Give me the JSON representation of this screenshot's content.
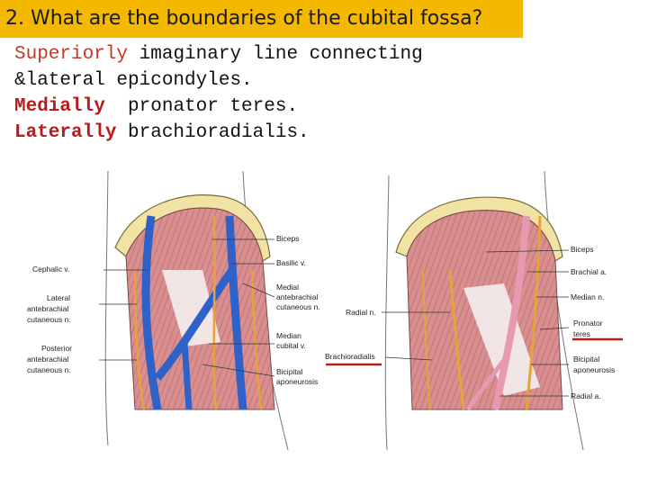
{
  "title": "2. What are the boundaries of the cubital fossa?",
  "boundaries": {
    "superior_term": "Superiorly",
    "superior_text_line1": " imaginary line connecting",
    "superior_text_line2": "&lateral epicondyles.",
    "medial_term": "Medially",
    "medial_text": "  pronator teres.",
    "lateral_term": "Laterally",
    "lateral_text": " brachioradialis."
  },
  "figure_left": {
    "labels": {
      "biceps": "Biceps",
      "cephalic_v": "Cephalic v.",
      "basilic_v": "Basilic v.",
      "lateral_antebrachial_1": "Lateral",
      "lateral_antebrachial_2": "antebrachial",
      "lateral_antebrachial_3": "cutaneous n.",
      "medial_antebrachial_1": "Medial",
      "medial_antebrachial_2": "antebrachial",
      "medial_antebrachial_3": "cutaneous n.",
      "posterior_antebrachial_1": "Posterior",
      "posterior_antebrachial_2": "antebrachial",
      "posterior_antebrachial_3": "cutaneous n.",
      "median_cubital_1": "Median",
      "median_cubital_2": "cubital v.",
      "bicipital_1": "Bicipital",
      "bicipital_2": "aponeurosis"
    }
  },
  "figure_right": {
    "labels": {
      "biceps": "Biceps",
      "brachial_a": "Brachial a.",
      "radial_n": "Radial n.",
      "median_n": "Median n.",
      "pronator_1": "Pronator",
      "pronator_2": "teres",
      "brachioradialis": "Brachioradialis",
      "bicipital_1": "Bicipital",
      "bicipital_2": "aponeurosis",
      "radial_a": "Radial a."
    }
  },
  "colors": {
    "title_bg": "#f5b800",
    "highlight_red": "#b71c1c",
    "muscle": "#d98f8f",
    "vein": "#2f62c9",
    "nerve": "#e8a23a",
    "artery": "#e79aaf"
  }
}
